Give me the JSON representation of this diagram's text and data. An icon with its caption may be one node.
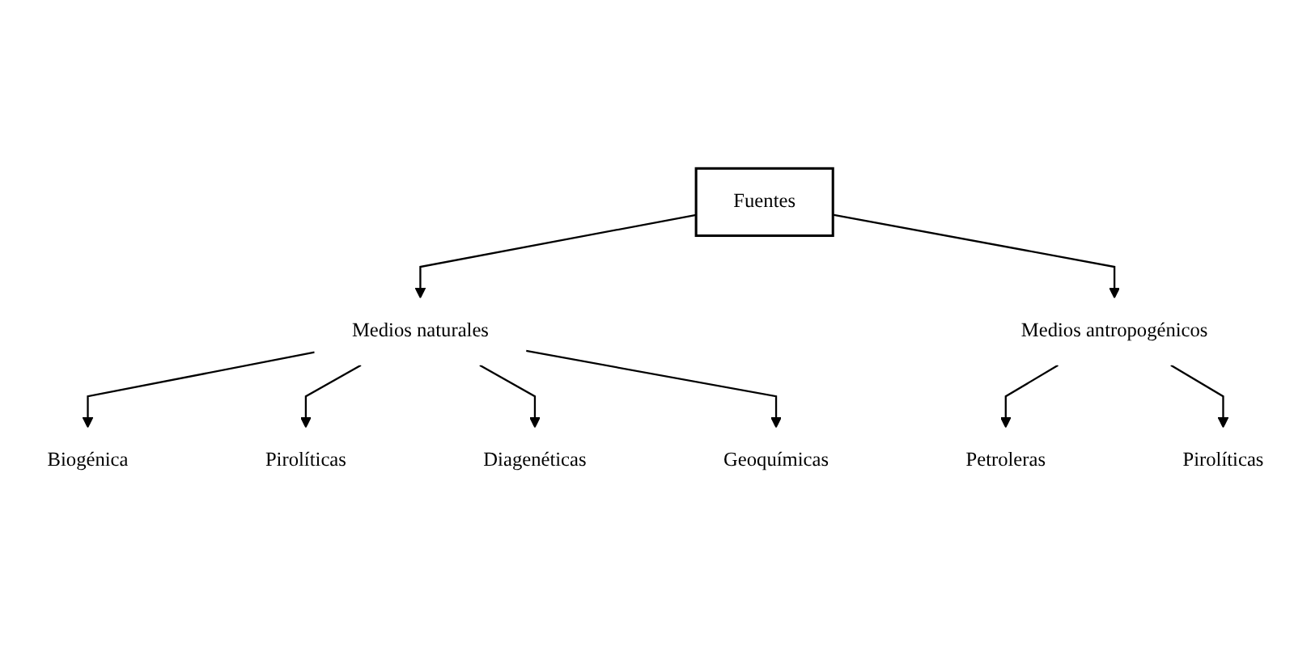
{
  "diagram": {
    "nodes": [
      {
        "text": [
          "Fuentes"
        ]
      },
      {
        "text": [
          "Medios naturales"
        ]
      },
      {
        "text": [
          "Medios antropogénicos"
        ]
      },
      {
        "text": [
          "Biogénica"
        ]
      },
      {
        "text": [
          "Pirolíticas"
        ]
      },
      {
        "text": [
          "Diagenéticas"
        ]
      },
      {
        "text": [
          "Geoquímicas"
        ]
      },
      {
        "text": [
          "Petroleras"
        ]
      },
      {
        "text": [
          "Pirolíticas"
        ]
      }
    ],
    "edges": [
      {
        "from": 0,
        "to": 1,
        "arrow": "to"
      },
      {
        "from": 0,
        "to": 2,
        "arrow": "to"
      },
      {
        "from": 1,
        "to": 3,
        "arrow": "to"
      },
      {
        "from": 1,
        "to": 4,
        "arrow": "to"
      },
      {
        "from": 1,
        "to": 5,
        "arrow": "to"
      },
      {
        "from": 1,
        "to": 6,
        "arrow": "to"
      },
      {
        "from": 2,
        "to": 7,
        "arrow": "to"
      },
      {
        "from": 2,
        "to": 8,
        "arrow": "to"
      }
    ]
  }
}
